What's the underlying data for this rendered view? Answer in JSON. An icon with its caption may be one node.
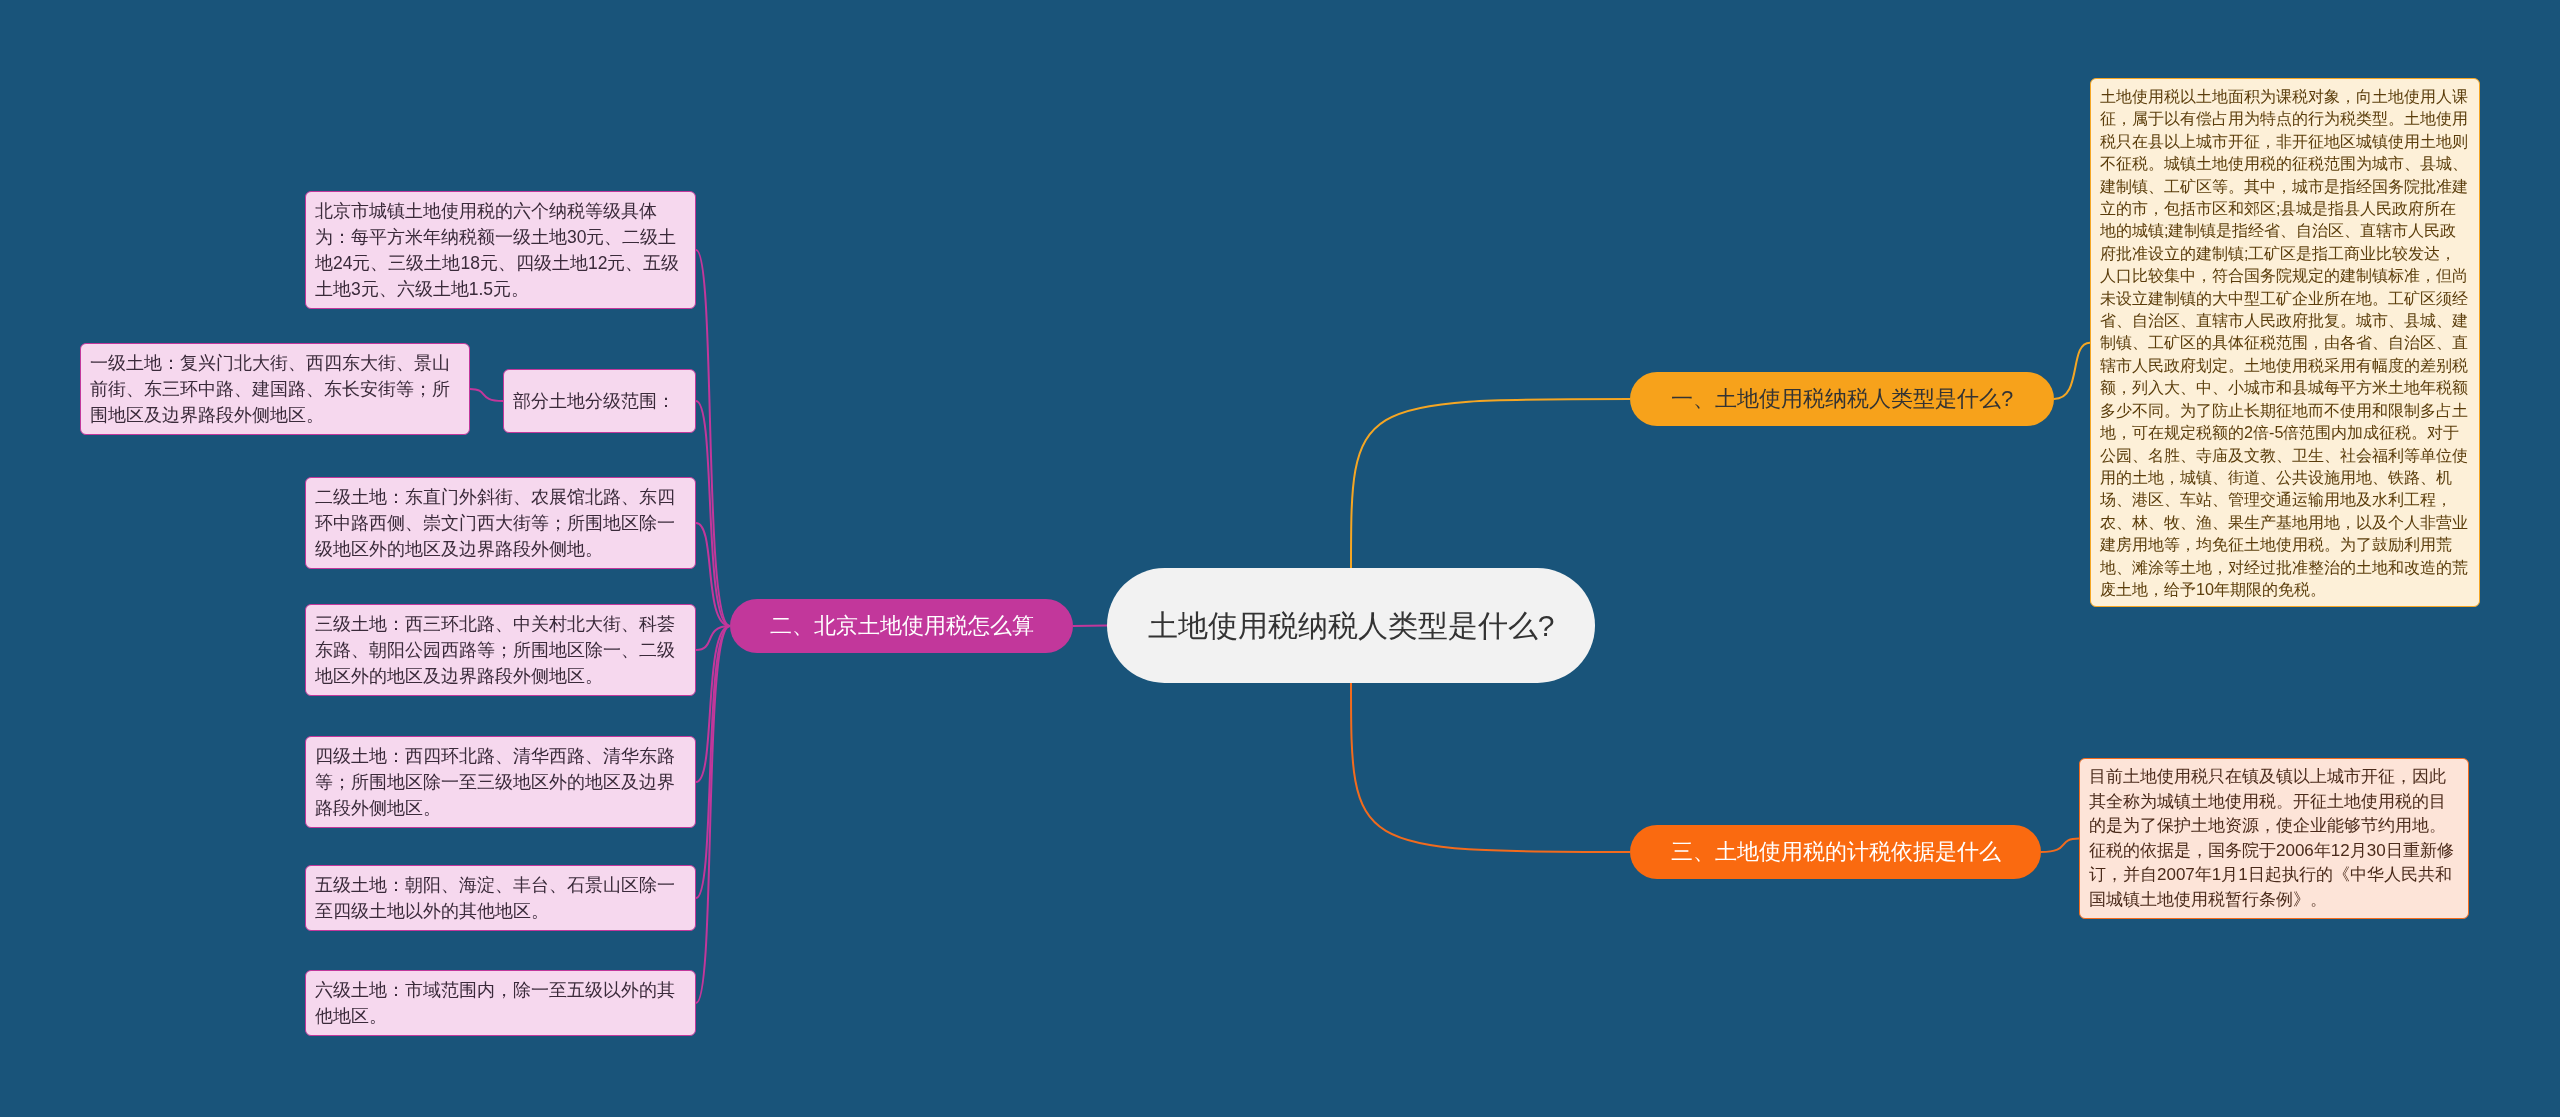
{
  "diagram": {
    "nodes": [
      {
        "text": [
          "土地使用税纳税人类型是什么?"
        ]
      },
      {
        "text": [
          "一、土地使用税纳税人类型是什么?"
        ]
      },
      {
        "text": [
          "土地使用税以土地面积为课税对象，向土地使用人课征，属于以有偿占用为特点的行为税类型。土地使用税只在县以上城市开征，非开征地区城镇使用土地则不征税。城镇土地使用税的征税范围为城市、县城、建制镇、工矿区等。其中，城市是指经国务院批准建立的市，包括市区和郊区;县城是指县人民政府所在地的城镇;建制镇是指经省、自治区、直辖市人民政府批准设立的建制镇;工矿区是指工商业比较发达，人口比较集中，符合国务院规定的建制镇标准，但尚未设立建制镇的大中型工矿企业所在地。工矿区须经省、自治区、直辖市人民政府批复。城市、县城、建制镇、工矿区的具体征税范围，由各省、自治区、直辖市人民政府划定。土地使用税采用有幅度的差别税额，列入大、中、小城市和县城每平方米土地年税额多少不同。为了防止长期征地而不使用和限制多占土地，可在规定税额的2倍-5倍范围内加成征税。对于公园、名胜、寺庙及文教、卫生、社会福利等单位使用的土地，城镇、街道、公共设施用地、铁路、机场、港区、车站、管理交通运输用地及水利工程，农、林、牧、渔、果生产基地用地，以及个人非营业建房用地等，均免征土地使用税。为了鼓励利用荒地、滩涂等土地，对经过批准整治的土地和改造的荒废土地，给予10年期限的免税。"
        ]
      },
      {
        "text": [
          "二、北京土地使用税怎么算"
        ]
      },
      {
        "text": [
          "北京市城镇土地使用税的六个纳税等级具体为：每平方米年纳税额一级土地30元、二级土地24元、三级土地18元、四级土地12元、五级土地3元、六级土地1.5元。"
        ]
      },
      {
        "text": [
          "部分土地分级范围："
        ]
      },
      {
        "text": [
          "一级土地：复兴门北大街、西四东大街、景山前街、东三环中路、建国路、东长安街等；所围地区及边界路段外侧地区。"
        ]
      },
      {
        "text": [
          "二级土地：东直门外斜街、农展馆北路、东四环中路西侧、崇文门西大街等；所围地区除一级地区外的地区及边界路段外侧地。"
        ]
      },
      {
        "text": [
          "三级土地：西三环北路、中关村北大街、科荟东路、朝阳公园西路等；所围地区除一、二级地区外的地区及边界路段外侧地区。"
        ]
      },
      {
        "text": [
          "四级土地：西四环北路、清华西路、清华东路等；所围地区除一至三级地区外的地区及边界路段外侧地区。"
        ]
      },
      {
        "text": [
          "五级土地：朝阳、海淀、丰台、石景山区除一至四级土地以外的其他地区。"
        ]
      },
      {
        "text": [
          "六级土地：市域范围内，除一至五级以外的其他地区。"
        ]
      },
      {
        "text": [
          "三、土地使用税的计税依据是什么"
        ]
      },
      {
        "text": [
          "目前土地使用税只在镇及镇以上城市开征，因此其全称为城镇土地使用税。开征土地使用税的目的是为了保护土地资源，使企业能够节约用地。征税的依据是，国务院于2006年12月30日重新修订，并自2007年1月1日起执行的《中华人民共和国城镇土地使用税暂行条例》。"
        ]
      }
    ],
    "edges": [
      {
        "from": 0,
        "to": 1,
        "arrow": "none",
        "color": "#f5a623"
      },
      {
        "from": 1,
        "to": 2,
        "arrow": "none",
        "color": "#f5a623"
      },
      {
        "from": 0,
        "to": 3,
        "arrow": "none"
      },
      {
        "from": 3,
        "to": 4,
        "arrow": "none"
      },
      {
        "from": 3,
        "to": 5,
        "arrow": "none"
      },
      {
        "from": 5,
        "to": 6,
        "arrow": "none"
      },
      {
        "from": 3,
        "to": 7,
        "arrow": "none"
      },
      {
        "from": 3,
        "to": 8,
        "arrow": "none"
      },
      {
        "from": 3,
        "to": 9,
        "arrow": "none"
      },
      {
        "from": 3,
        "to": 10,
        "arrow": "none"
      },
      {
        "from": 3,
        "to": 11,
        "arrow": "none"
      },
      {
        "from": 0,
        "to": 12,
        "arrow": "none",
        "color": "#f26b1d"
      },
      {
        "from": 12,
        "to": 13,
        "arrow": "none",
        "color": "#f26b1d"
      }
    ]
  }
}
